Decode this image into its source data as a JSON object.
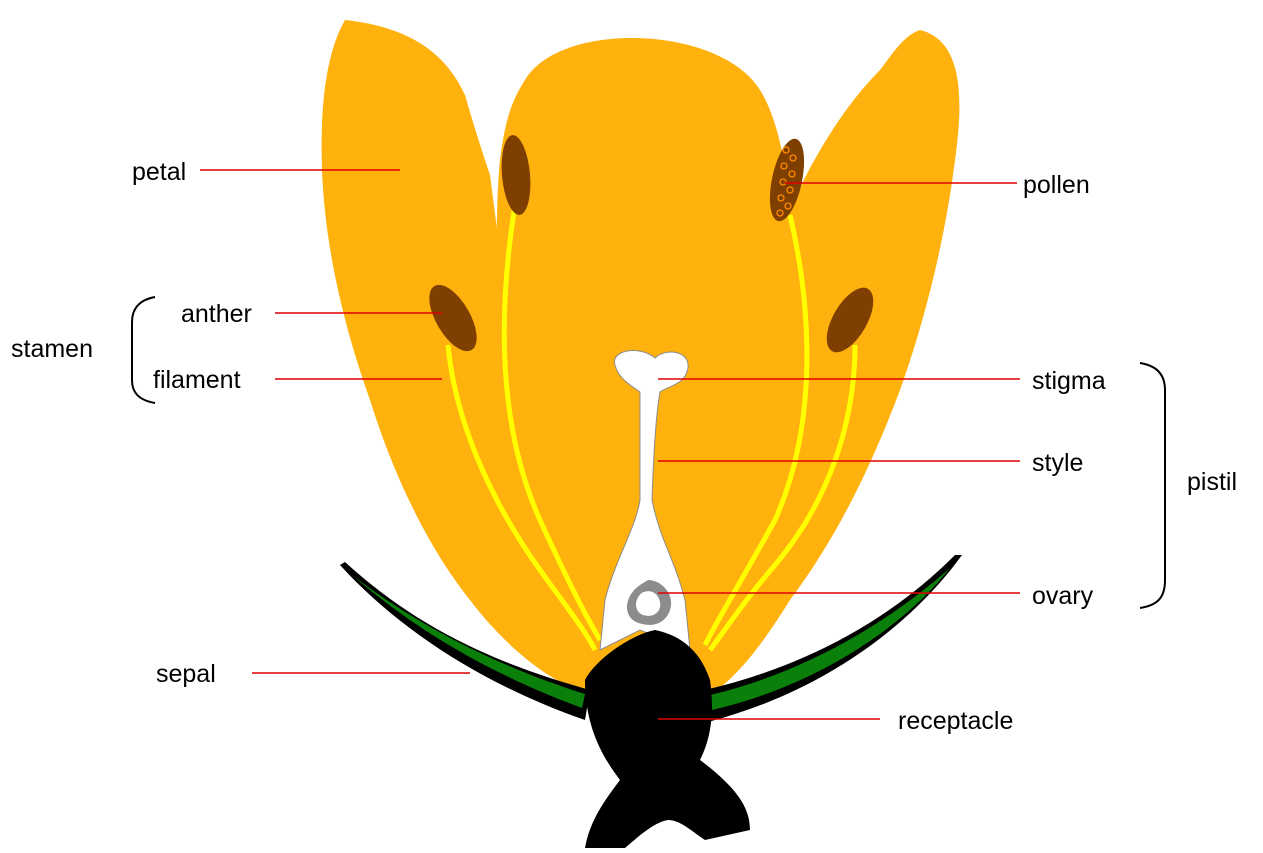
{
  "labels": {
    "petal": "petal",
    "pollen": "pollen",
    "anther": "anther",
    "stamen": "stamen",
    "filament": "filament",
    "stigma": "stigma",
    "style": "style",
    "pistil": "pistil",
    "ovary": "ovary",
    "sepal": "sepal",
    "receptacle": "receptacle"
  },
  "colors": {
    "petal": "#FFB10D",
    "anther": "#7F3F00",
    "filament": "#FFFF00",
    "sepal": "#0A7F0A",
    "receptacle": "#000000",
    "pistil": "#FFFFFF",
    "ovule": "#8C8C8C",
    "leader_line": "#E00000",
    "pollen_grain": "#FF8A00"
  }
}
